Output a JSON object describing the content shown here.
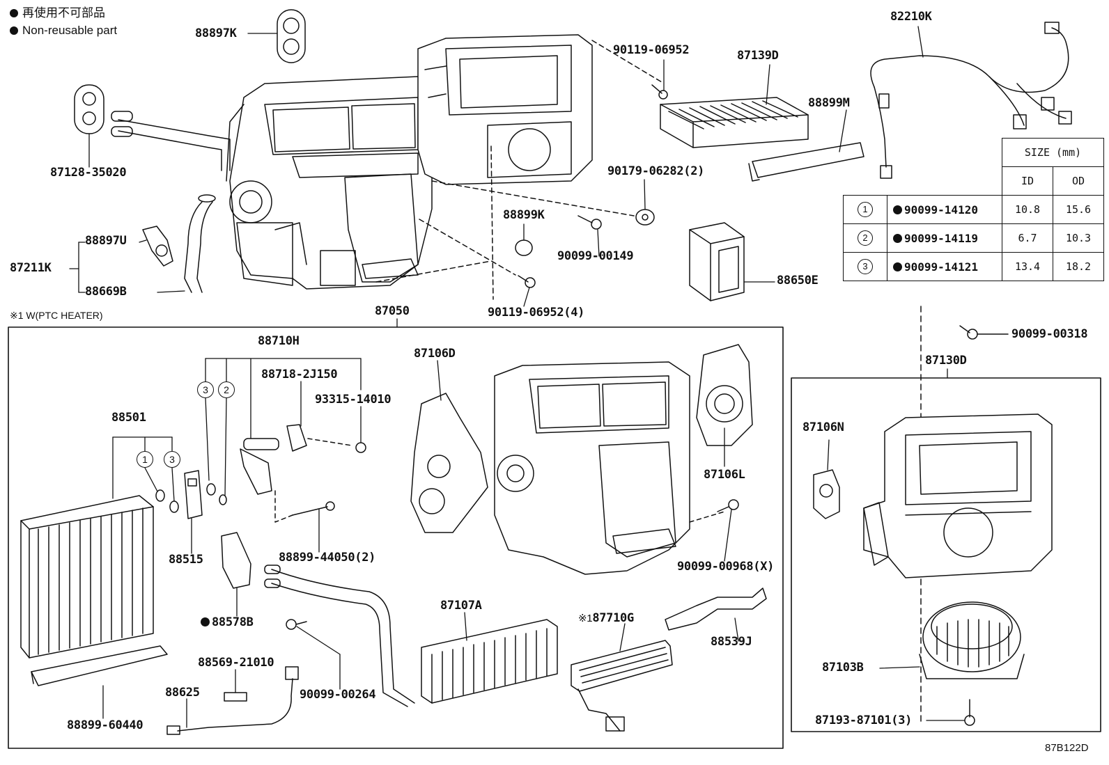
{
  "legend": {
    "line_jp": "再使用不可部品",
    "line_en": "Non-reusable part"
  },
  "notes": {
    "ptc": "※1 W(PTC HEATER)",
    "diagram_code": "87B122D"
  },
  "labels": {
    "p88897K": "88897K",
    "p87128_35020": "87128-35020",
    "p88897U": "88897U",
    "p87211K": "87211K",
    "p88669B": "88669B",
    "p90119_06952": "90119-06952",
    "p87139D": "87139D",
    "p88899M": "88899M",
    "p90179_06282": "90179-06282(2)",
    "p88899K": "88899K",
    "p90099_00149": "90099-00149",
    "p90119_06952_4": "90119-06952(4)",
    "p82210K": "82210K",
    "p88650E": "88650E",
    "p87050": "87050",
    "p88710H": "88710H",
    "p88718_2J150": "88718-2J150",
    "p93315_14010": "93315-14010",
    "p87106D": "87106D",
    "p88501": "88501",
    "p88515": "88515",
    "p88899_44050": "88899-44050(2)",
    "p88578B": "88578B",
    "p87107A": "87107A",
    "p87106L": "87106L",
    "p90099_00968": "90099-00968(X)",
    "p87710G": "87710G",
    "p87710G_mark": "※1",
    "p88539J": "88539J",
    "p88569_21010": "88569-21010",
    "p90099_00264": "90099-00264",
    "p88625": "88625",
    "p88899_60440": "88899-60440",
    "p90099_00318": "90099-00318",
    "p87130D": "87130D",
    "p87106N": "87106N",
    "p87103B": "87103B",
    "p87193_87101": "87193-87101(3)"
  },
  "size_table": {
    "header": "SIZE (mm)",
    "col_id": "ID",
    "col_od": "OD",
    "rows": [
      {
        "no": "1",
        "part": "90099-14120",
        "id": "10.8",
        "od": "15.6"
      },
      {
        "no": "2",
        "part": "90099-14119",
        "id": "6.7",
        "od": "10.3"
      },
      {
        "no": "3",
        "part": "90099-14121",
        "id": "13.4",
        "od": "18.2"
      }
    ]
  },
  "rings": {
    "r1a": "1",
    "r3a": "3",
    "r3b": "3",
    "r2b": "2"
  }
}
